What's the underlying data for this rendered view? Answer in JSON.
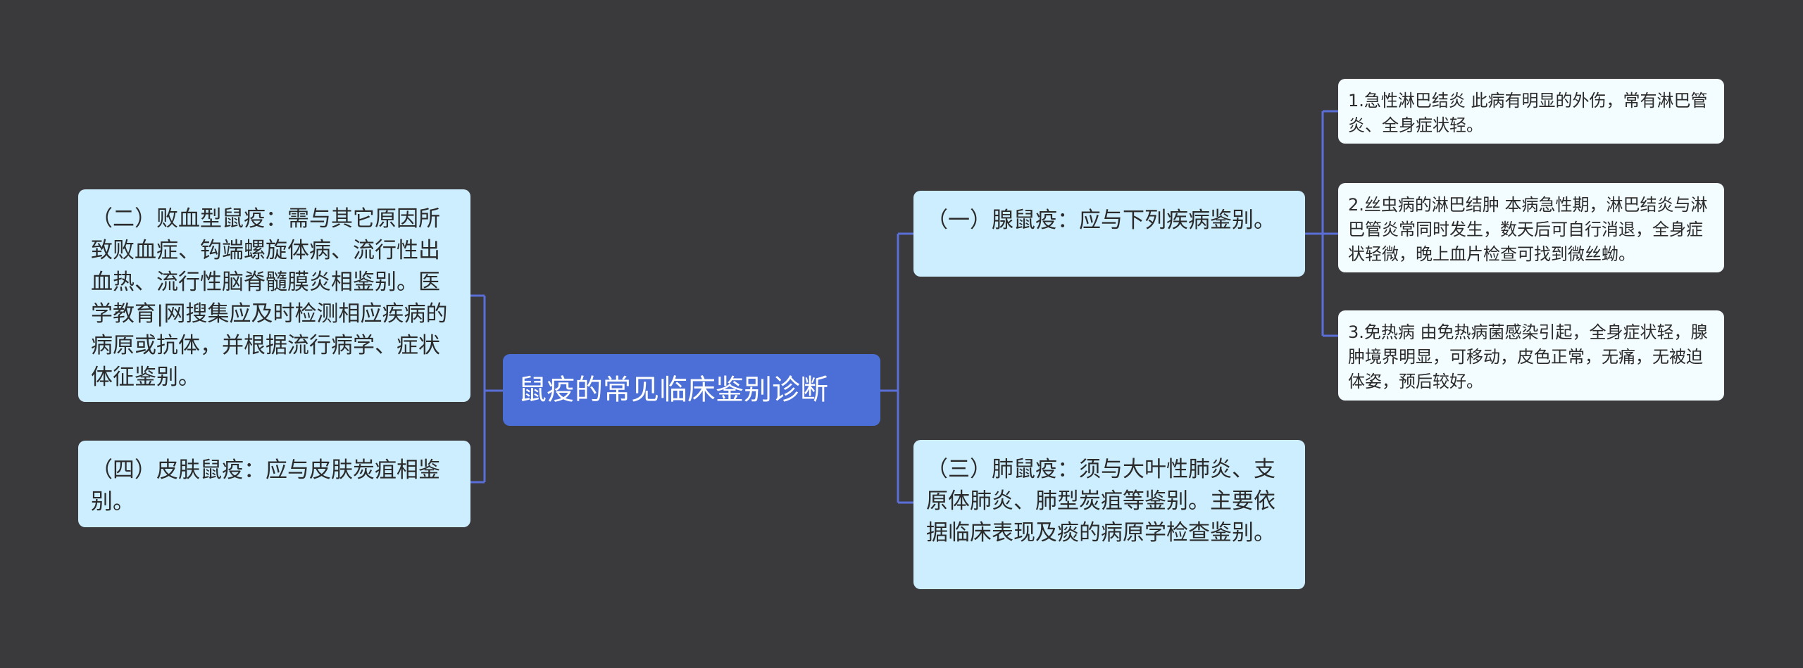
{
  "colors": {
    "background": "#3a393b",
    "root_fill": "#4b6fd6",
    "branch_fill": "#cdeefe",
    "leaf_fill": "#f3fcff",
    "connector": "#5b6fd8"
  },
  "root": {
    "text": "鼠疫的常见临床鉴别诊断"
  },
  "left": [
    {
      "text": "（二）败血型鼠疫：需与其它原因所致败血症、钩端螺旋体病、流行性出血热、流行性脑脊髓膜炎相鉴别。医学教育|网搜集应及时检测相应疾病的病原或抗体，并根据流行病学、症状体征鉴别。"
    },
    {
      "text": "（四）皮肤鼠疫：应与皮肤炭疽相鉴别。"
    }
  ],
  "right": [
    {
      "text": "（一）腺鼠疫：应与下列疾病鉴别。",
      "children": [
        {
          "text": "1.急性淋巴结炎 此病有明显的外伤，常有淋巴管炎、全身症状轻。"
        },
        {
          "text": "2.丝虫病的淋巴结肿 本病急性期，淋巴结炎与淋巴管炎常同时发生，数天后可自行消退，全身症状轻微，晚上血片检查可找到微丝蚴。"
        },
        {
          "text": "3.免热病 由免热病菌感染引起，全身症状轻，腺肿境界明显，可移动，皮色正常，无痛，无被迫体姿，预后较好。"
        }
      ]
    },
    {
      "text": "（三）肺鼠疫：须与大叶性肺炎、支原体肺炎、肺型炭疽等鉴别。主要依据临床表现及痰的病原学检查鉴别。"
    }
  ]
}
